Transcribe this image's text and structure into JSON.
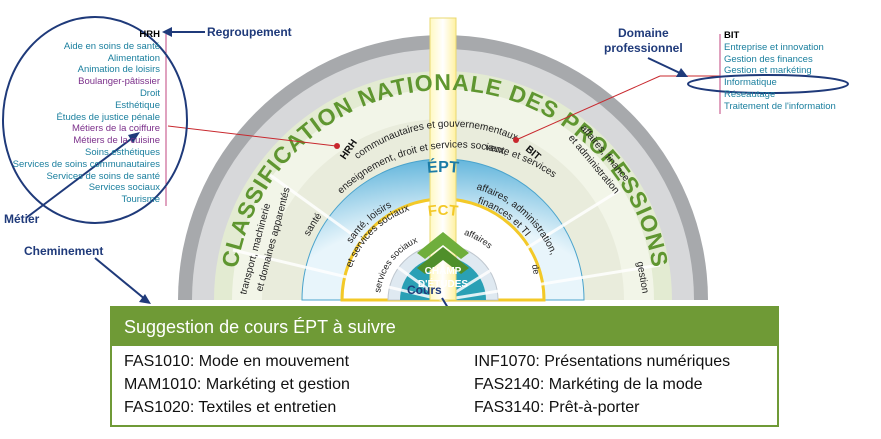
{
  "callouts": {
    "regroupement": "Regroupement",
    "domaine_line1": "Domaine",
    "domaine_line2": "professionnel",
    "metier": "Métier",
    "cheminement": "Cheminement",
    "cours": "Cours"
  },
  "hrh_list": {
    "heading": "HRH",
    "items": [
      "Aide en soins de santé",
      "Alimentation",
      "Animation de loisirs",
      "Boulanger-pâtissier",
      "Droit",
      "Esthétique",
      "Études de justice pénale",
      "Métiers de la coiffure",
      "Métiers de la cuisine",
      "Soins esthétiques",
      "Services de soins communautaires",
      "Services de soins de santé",
      "Services sociaux",
      "Tourisme"
    ]
  },
  "bit_list": {
    "heading": "BIT",
    "items": [
      "Entreprise et innovation",
      "Gestion des finances",
      "Gestion et markéting",
      "Informatique",
      "Réseautage",
      "Traitement de l'information"
    ]
  },
  "wheel": {
    "outer_title": "CLASSIFICATION NATIONALE DES PROFESSIONS",
    "outer_sectors": {
      "teaching": "enseignement, droit et services sociaux,",
      "teaching2": "communautaires et gouvernementaux",
      "sales": "vente et services",
      "health": "santé",
      "arts_line1": "affaires, finance",
      "arts_line2": "et administration",
      "transport1": "transport, machinerie",
      "transport2": "et domaines apparentés",
      "gestion": "gestion"
    },
    "ept_title": "ÉPT",
    "ept_sectors": {
      "hrh_code": "HRH",
      "hrh_line1": "santé, loisirs",
      "hrh_line2": "et services sociaux",
      "bit_code": "BIT",
      "bit_line1": "affaires, administration,",
      "bit_line2": "finances et TI"
    },
    "fct_title": "FCT",
    "fct_sectors": {
      "social": "services sociaux",
      "affaires": "affaires",
      "de": "de"
    },
    "core_label": "CHAMP",
    "core_label2": "D'ÉTUDES"
  },
  "course_box": {
    "title": "Suggestion de cours ÉPT à suivre",
    "left": [
      "FAS1010: Mode en mouvement",
      "MAM1010: Markéting et gestion",
      "FAS1020: Textiles et entretien"
    ],
    "right": [
      "INF1070: Présentations numériques",
      "FAS2140: Markéting de la mode",
      "FAS3140: Prêt-à-porter"
    ]
  },
  "colors": {
    "navy": "#1f3a7a",
    "green": "#6f9a36",
    "teal": "#1a7f9e",
    "purple": "#7b2f8a",
    "ept_blue": "#8ecbe6",
    "fct_yellow": "#f3c928"
  }
}
